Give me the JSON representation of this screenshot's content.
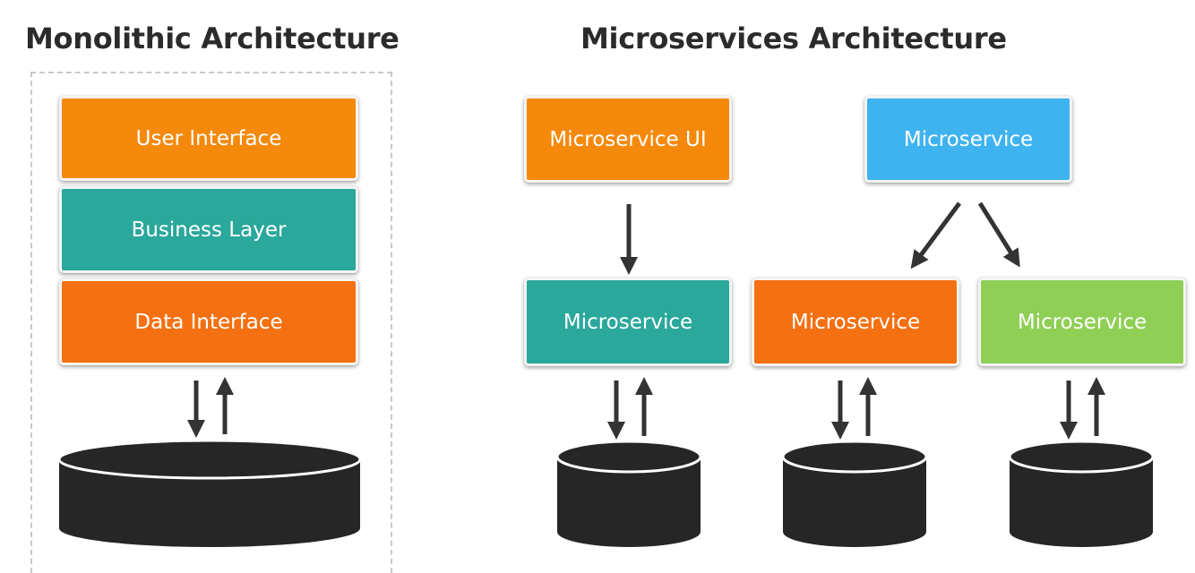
{
  "titles": {
    "monolithic": "Monolithic Architecture",
    "microservices": "Microservices Architecture"
  },
  "monolith": {
    "layers": [
      {
        "label": "User Interface",
        "color": "#f5890c"
      },
      {
        "label": "Business Layer",
        "color": "#2aa89b"
      },
      {
        "label": "Data Interface",
        "color": "#f57010"
      }
    ]
  },
  "microservices": {
    "ui": {
      "label": "Microservice UI",
      "color": "#f5890c"
    },
    "top": {
      "label": "Microservice",
      "color": "#3fb3f0"
    },
    "services": [
      {
        "label": "Microservice",
        "color": "#2aa89b"
      },
      {
        "label": "Microservice",
        "color": "#f57010"
      },
      {
        "label": "Microservice",
        "color": "#8fcf55"
      }
    ]
  },
  "colors": {
    "database": "#262626",
    "arrow": "#333333"
  }
}
